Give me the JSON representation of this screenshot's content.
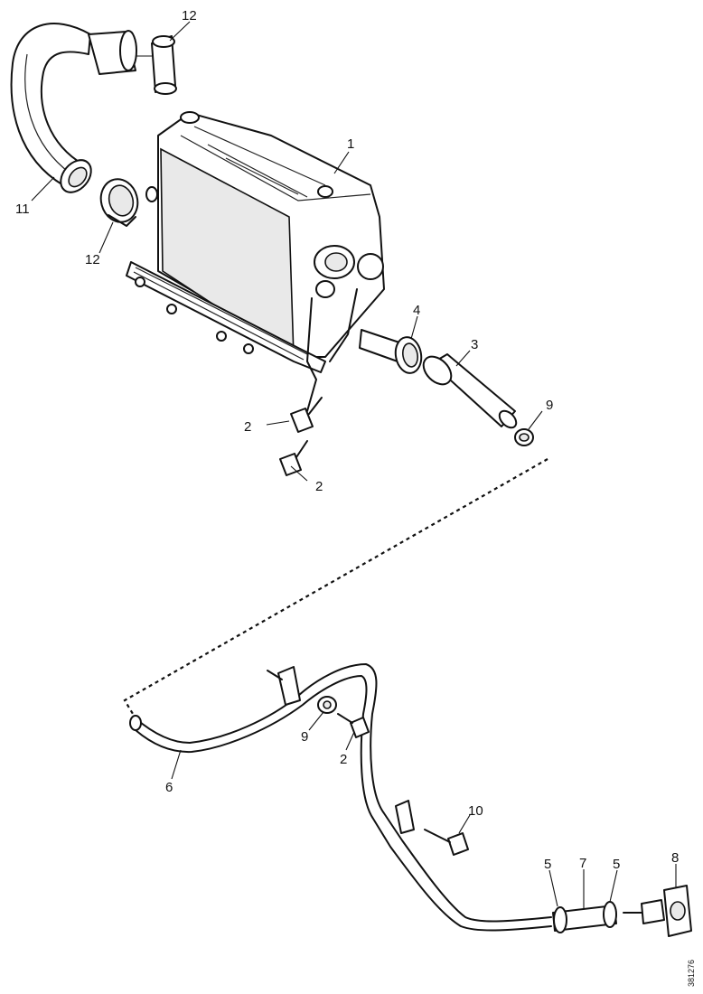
{
  "callouts": {
    "c1": "1",
    "c2a": "2",
    "c2b": "2",
    "c2c": "2",
    "c3": "3",
    "c4": "4",
    "c5a": "5",
    "c5b": "5",
    "c6": "6",
    "c7": "7",
    "c8": "8",
    "c9a": "9",
    "c9b": "9",
    "c10": "10",
    "c11": "11",
    "c12a": "12",
    "c12b": "12"
  },
  "reference_code": "381276"
}
